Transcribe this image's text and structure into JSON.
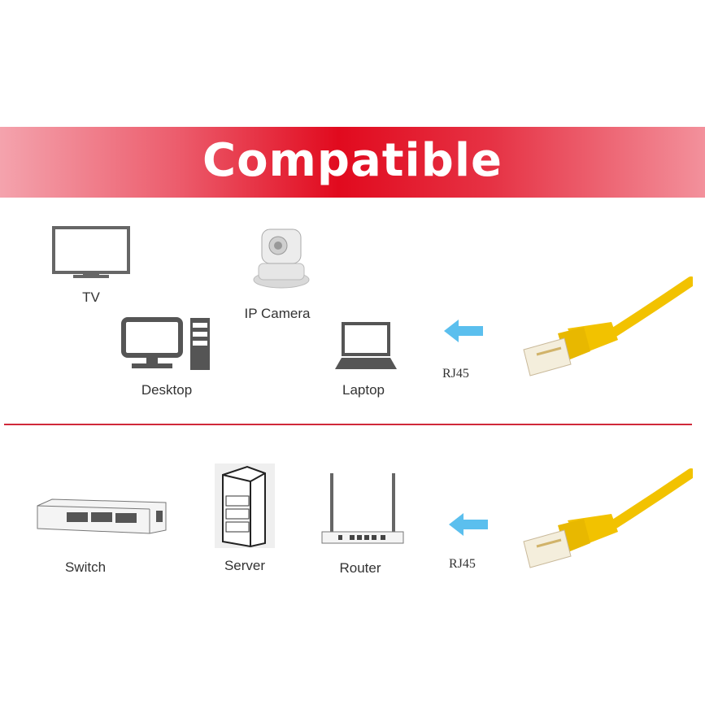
{
  "banner": {
    "title": "Compatible",
    "gradient_center": "#e10a1e",
    "gradient_edge": "#f4a3ad"
  },
  "section_top": {
    "devices": [
      {
        "name": "tv",
        "label": "TV"
      },
      {
        "name": "ip-camera",
        "label": "IP Camera"
      },
      {
        "name": "desktop",
        "label": "Desktop"
      },
      {
        "name": "laptop",
        "label": "Laptop"
      }
    ],
    "connector_label": "RJ45",
    "arrow_color": "#5bbfee",
    "cable_color": "#f2c200"
  },
  "section_bottom": {
    "devices": [
      {
        "name": "switch",
        "label": "Switch"
      },
      {
        "name": "server",
        "label": "Server"
      },
      {
        "name": "router",
        "label": "Router"
      }
    ],
    "connector_label": "RJ45"
  },
  "divider_color": "#d0293a"
}
